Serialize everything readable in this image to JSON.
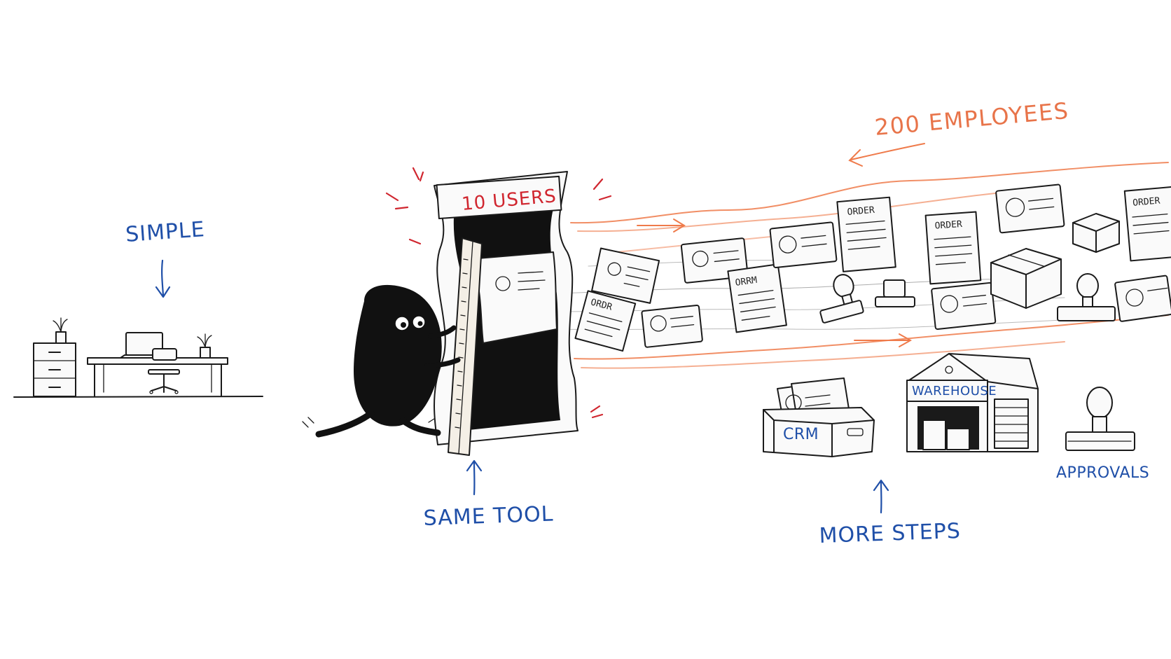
{
  "labels": {
    "simple": "SIMPLE",
    "same_tool": "SAME TOOL",
    "ten_users": "10 USERS",
    "two_hundred_employees": "200 EMPLOYEES",
    "more_steps": "MORE STEPS",
    "crm": "CRM",
    "warehouse": "WAREHOUSE",
    "approvals": "APPROVALS"
  },
  "documents": {
    "order_1": "ORDER",
    "order_2": "ORDER",
    "order_3": "ORDER",
    "order_4": "ORRM",
    "order_5": "ORDR"
  },
  "colors": {
    "label_blue": "#1f4fa8",
    "accent_orange": "#ef7a4a",
    "alert_red": "#d0262f",
    "ink": "#1a1a1a"
  },
  "icons": [
    "desk-icon",
    "laptop-icon",
    "plant-icon",
    "file-cabinet-icon",
    "office-chair-icon",
    "blob-character-icon",
    "ruler-icon",
    "id-card-icon",
    "order-document-icon",
    "package-box-icon",
    "rubber-stamp-icon",
    "crm-box-icon",
    "warehouse-icon"
  ]
}
